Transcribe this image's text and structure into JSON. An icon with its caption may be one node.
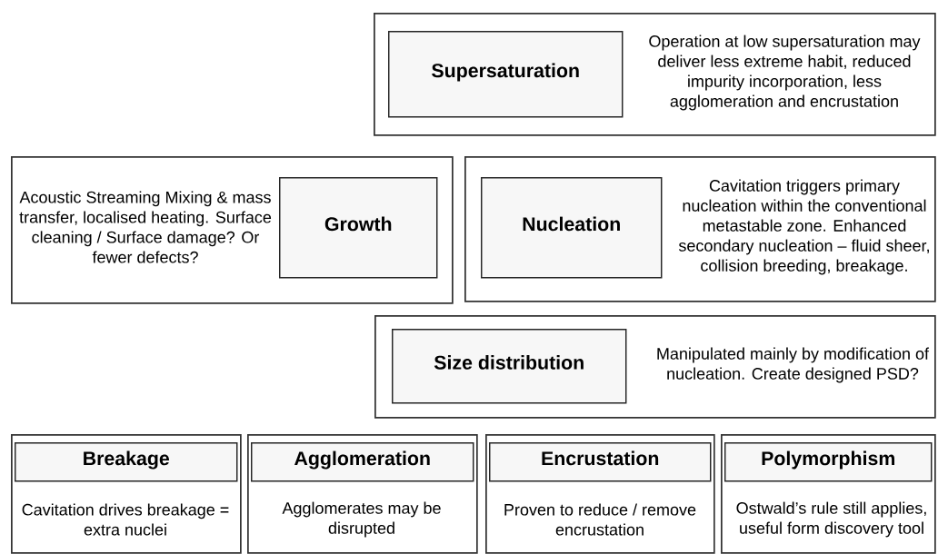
{
  "diagram": {
    "nodes": [
      {
        "text": [
          "Operation at low supersaturation may deliver less extreme habit, reduced impurity incorporation, less agglomeration and encrustation"
        ]
      },
      {
        "text": [
          "Supersaturation"
        ],
        "in": 0
      },
      {
        "text": [
          "Acoustic Streaming Mixing & mass transfer, localised heating. Surface cleaning / Surface damage? Or fewer defects?"
        ]
      },
      {
        "text": [
          "Growth"
        ],
        "in": 2
      },
      {
        "text": [
          "Cavitation triggers primary nucleation within the conventional metastable zone. Enhanced secondary nucleation – fluid sheer, collision breeding, breakage."
        ]
      },
      {
        "text": [
          "Nucleation"
        ],
        "in": 4
      },
      {
        "text": [
          "Manipulated mainly by modification of nucleation. Create designed PSD?"
        ]
      },
      {
        "text": [
          "Size distribution"
        ],
        "in": 6
      },
      {
        "text": [
          "Cavitation drives breakage = extra nuclei"
        ]
      },
      {
        "text": [
          "Breakage"
        ],
        "in": 8
      },
      {
        "text": [
          "Agglomerates may be disrupted"
        ]
      },
      {
        "text": [
          "Agglomeration"
        ],
        "in": 10
      },
      {
        "text": [
          "Proven to reduce / remove encrustation"
        ]
      },
      {
        "text": [
          "Encrustation"
        ],
        "in": 12
      },
      {
        "text": [
          "Ostwald’s rule still applies, useful form discovery tool"
        ]
      },
      {
        "text": [
          "Polymorphism"
        ],
        "in": 14
      }
    ]
  }
}
